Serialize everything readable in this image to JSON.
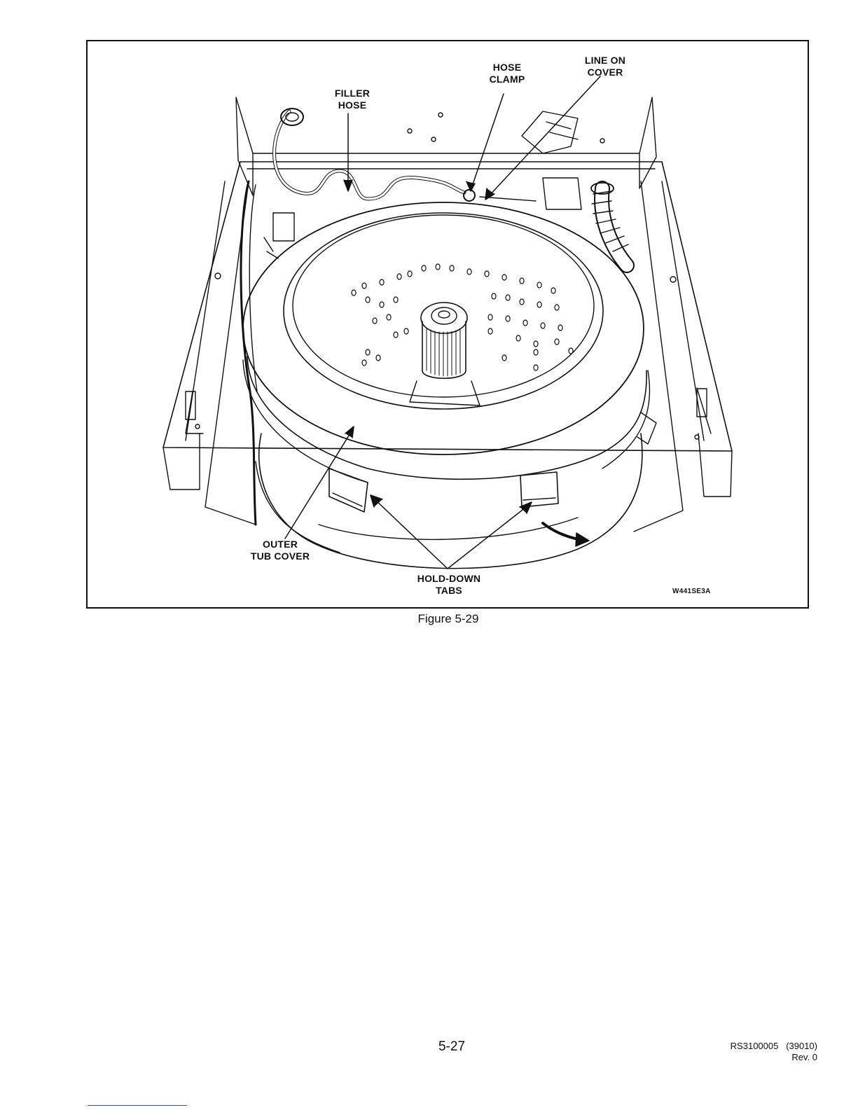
{
  "figure": {
    "callouts": {
      "filler_hose": [
        "FILLER",
        "HOSE"
      ],
      "hose_clamp": [
        "HOSE",
        "CLAMP"
      ],
      "line_on_cover": [
        "LINE ON",
        "COVER"
      ],
      "outer_tub_cover": [
        "OUTER",
        "TUB COVER"
      ],
      "hold_down_tabs": [
        "HOLD-DOWN",
        "TABS"
      ]
    },
    "drawing_id": "W441SE3A",
    "caption": "Figure 5-29"
  },
  "footer": {
    "page_number": "5-27",
    "doc_number": "RS3100005",
    "doc_code": "(39010)",
    "revision": "Rev. 0"
  }
}
